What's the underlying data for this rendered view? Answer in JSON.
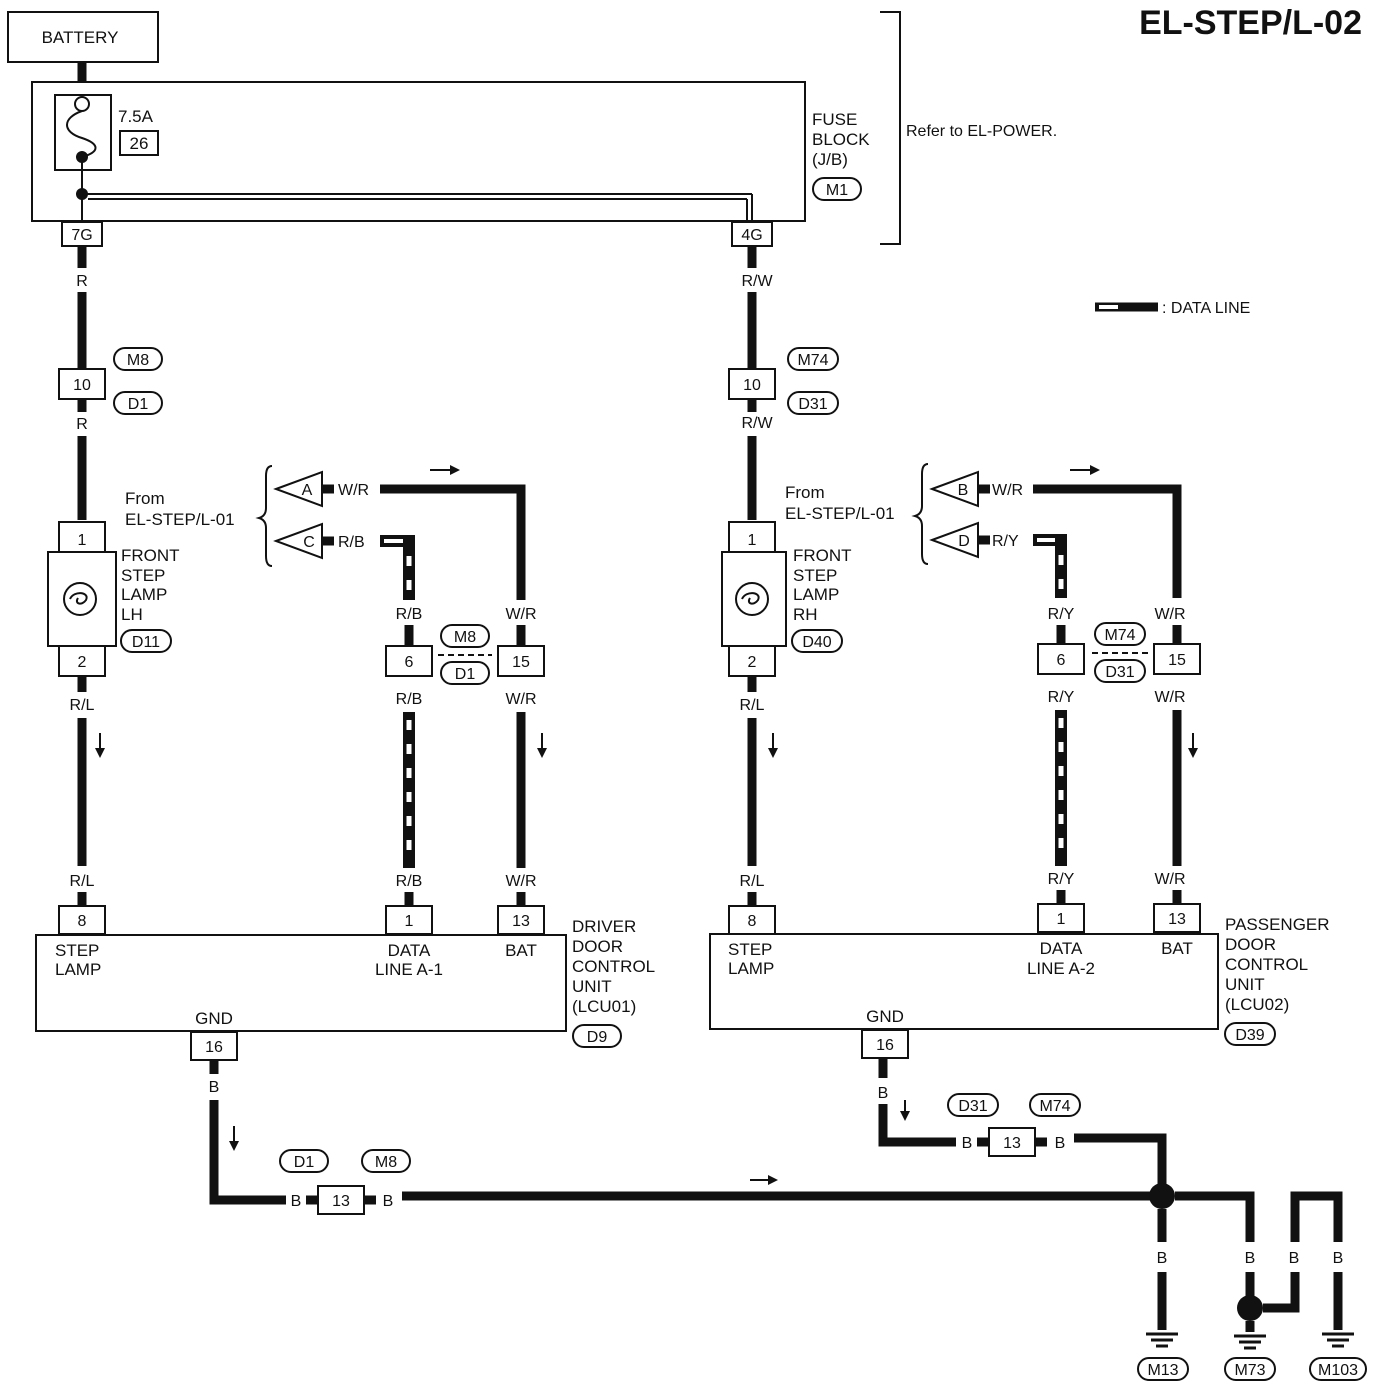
{
  "title": "EL-STEP/L-02",
  "battery": "BATTERY",
  "fuse": {
    "rating": "7.5A",
    "number": "26"
  },
  "fuse_block": {
    "line1": "FUSE",
    "line2": "BLOCK",
    "line3": "(J/B)",
    "connector": "M1",
    "pin_left": "7G",
    "pin_right": "4G",
    "refer": "Refer to EL-POWER."
  },
  "legend": {
    "label": ": DATA LINE"
  },
  "wire_colors": {
    "r": "R",
    "rw": "R/W",
    "rl": "R/L",
    "rb": "R/B",
    "wr": "W/R",
    "ry": "R/Y",
    "b": "B"
  },
  "connectors": {
    "m8": "M8",
    "d1": "D1",
    "m74": "M74",
    "d31": "D31",
    "d11": "D11",
    "d40": "D40",
    "d9": "D9",
    "d39": "D39",
    "m13": "M13",
    "m73": "M73",
    "m103": "M103"
  },
  "pins": {
    "p10": "10",
    "p1": "1",
    "p2": "2",
    "p6": "6",
    "p15": "15",
    "p8": "8",
    "p13": "13",
    "p16": "16"
  },
  "from_label": {
    "line1": "From",
    "line2": "EL-STEP/L-01"
  },
  "flags": {
    "a": "A",
    "b": "B",
    "c": "C",
    "d": "D"
  },
  "lamp_lh": {
    "line1": "FRONT",
    "line2": "STEP",
    "line3": "LAMP",
    "line4": "LH"
  },
  "lamp_rh": {
    "line1": "FRONT",
    "line2": "STEP",
    "line3": "LAMP",
    "line4": "RH"
  },
  "lcu01": {
    "step1": "STEP",
    "step2": "LAMP",
    "data1": "DATA",
    "data2": "LINE A-1",
    "bat": "BAT",
    "gnd": "GND",
    "name1": "DRIVER",
    "name2": "DOOR",
    "name3": "CONTROL",
    "name4": "UNIT",
    "name5": "(LCU01)"
  },
  "lcu02": {
    "step1": "STEP",
    "step2": "LAMP",
    "data1": "DATA",
    "data2": "LINE A-2",
    "bat": "BAT",
    "gnd": "GND",
    "name1": "PASSENGER",
    "name2": "DOOR",
    "name3": "CONTROL",
    "name4": "UNIT",
    "name5": "(LCU02)"
  }
}
